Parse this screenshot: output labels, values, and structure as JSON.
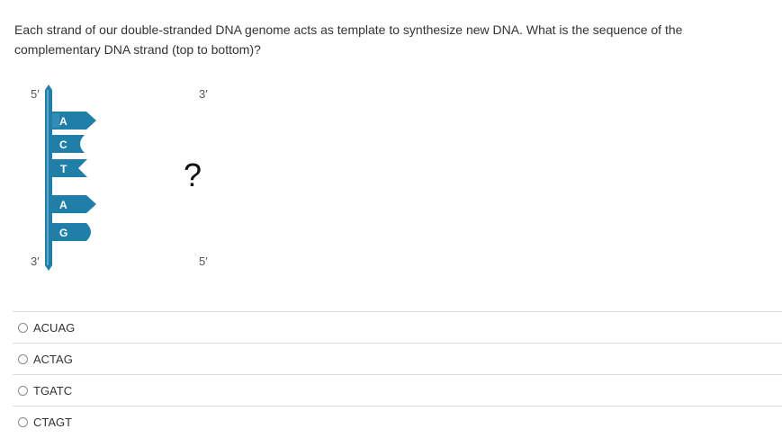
{
  "question": {
    "text": "Each strand of our double-stranded DNA genome acts as template to synthesize new DNA. What is the sequence of the complementary DNA strand (top to bottom)?"
  },
  "figure": {
    "template_strand": {
      "top_end_label": "5′",
      "bottom_end_label": "3′",
      "bases": [
        "A",
        "C",
        "T",
        "A",
        "G"
      ]
    },
    "complement_strand": {
      "top_end_label": "3′",
      "bottom_end_label": "5′",
      "unknown_symbol": "?"
    },
    "colors": {
      "strand": "#1f7fa8",
      "strand_highlight": "#5aa9cf",
      "base_text": "#ffffff",
      "label_text": "#555555"
    }
  },
  "choices": [
    {
      "label": "ACUAG"
    },
    {
      "label": "ACTAG"
    },
    {
      "label": "TGATC"
    },
    {
      "label": "CTAGT"
    }
  ]
}
